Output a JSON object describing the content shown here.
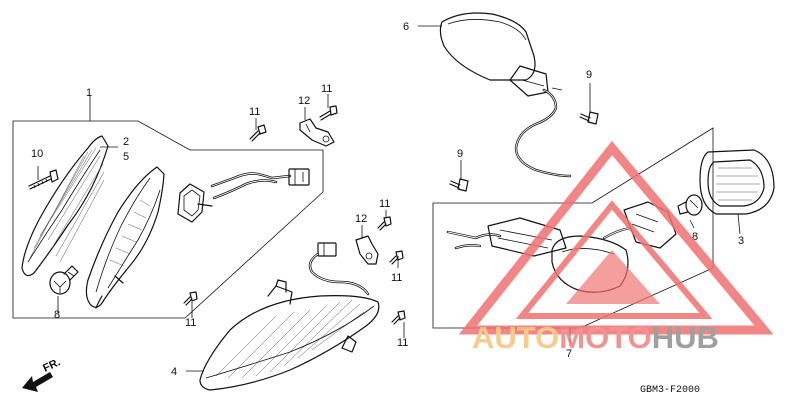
{
  "diagram": {
    "labels": {
      "l1": "1",
      "l2": "2",
      "l5": "5",
      "l10": "10",
      "l8a": "8",
      "l11a": "11",
      "l12a": "12",
      "l11b": "11",
      "l12b": "12",
      "l11c": "11",
      "l11d": "11",
      "l11e": "11",
      "l11f": "11",
      "l4": "4",
      "l6": "6",
      "l9a": "9",
      "l9b": "9",
      "l3": "3",
      "l8b": "8",
      "l7": "7"
    },
    "front_marker": "FR.",
    "drawing_code": "GBM3-F2000"
  },
  "watermark": {
    "part1": "AUTO",
    "part2": "MOTO",
    "part3": "HUB",
    "colors": {
      "orange": "#f5c27a",
      "red": "#f08080",
      "grey": "#8f8f8f",
      "triangle": "#f07070"
    }
  }
}
